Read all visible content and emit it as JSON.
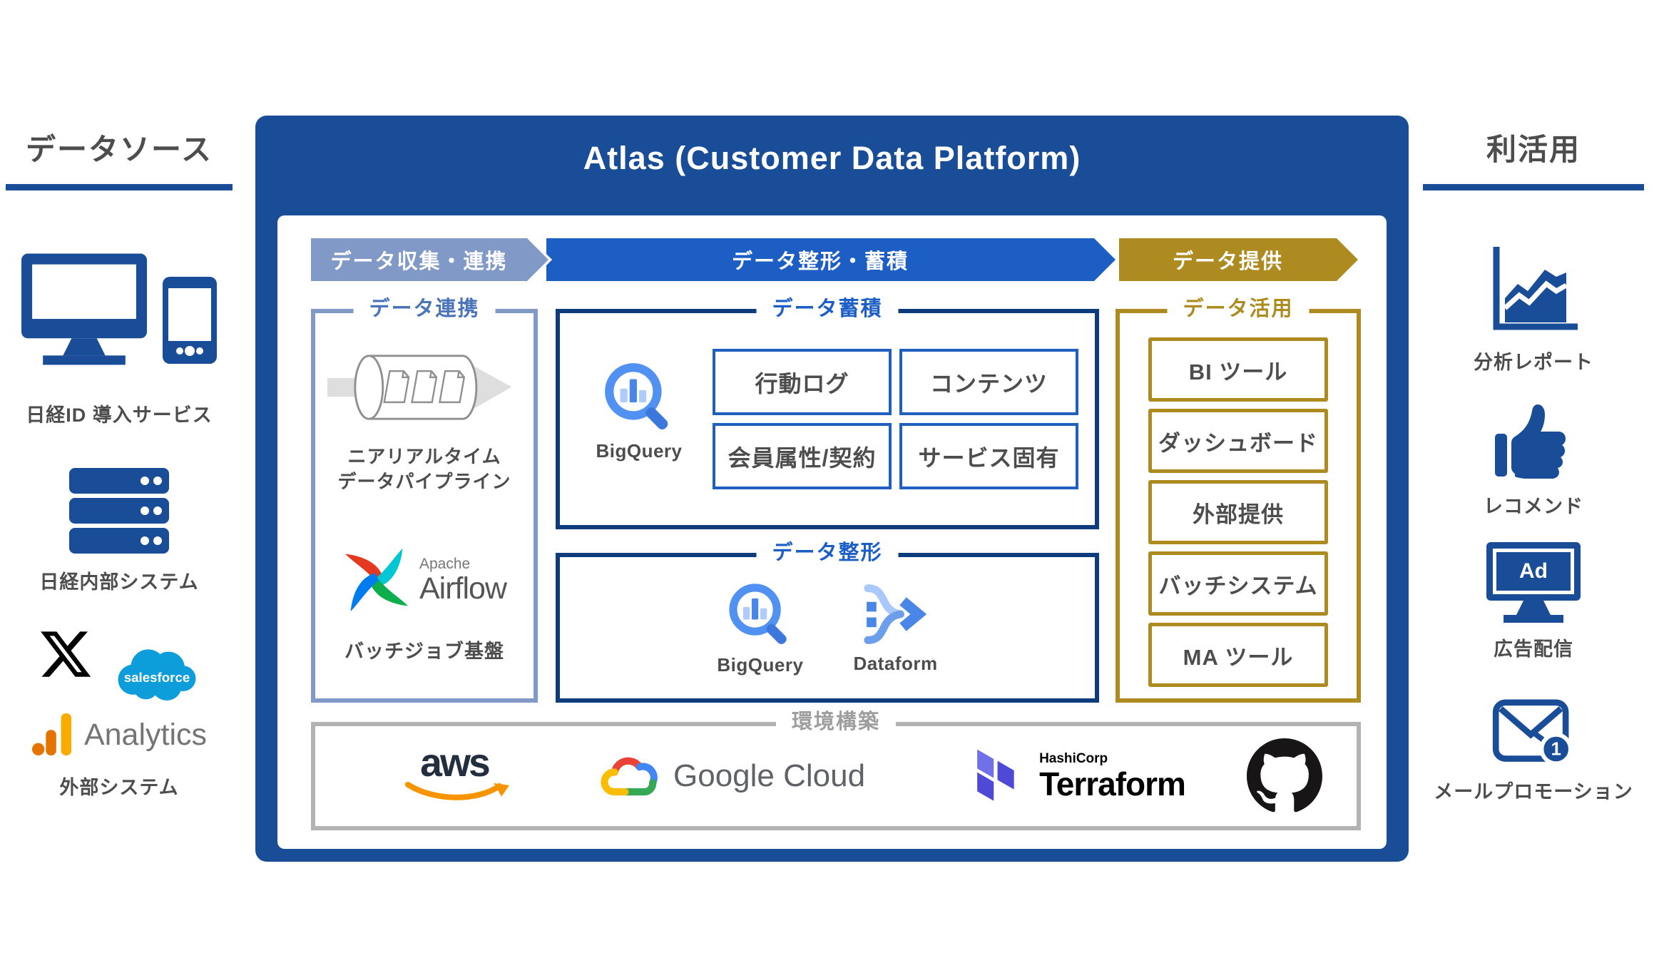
{
  "colors": {
    "primary": "#1a4d98",
    "stage_collect": "#8099c7",
    "stage_transform": "#1d5ec4",
    "stage_provide": "#ad8b20",
    "storage_border": "#0d3c7c",
    "cell_border": "#1e5fc0",
    "gold": "#ad8b20",
    "gray_border": "#b3b3b3",
    "text_dark": "#4d4d4d",
    "salesforce_blue": "#0d9dda",
    "analytics_orange": "#f9ab00",
    "aws_orange": "#f79400"
  },
  "left_panel": {
    "title": "データソース",
    "service_label": "日経ID 導入サービス",
    "internal_label": "日経内部システム",
    "external_label": "外部システム",
    "salesforce": "salesforce",
    "analytics": "Analytics"
  },
  "platform": {
    "title": "Atlas (Customer Data Platform)",
    "stages": [
      {
        "label": "データ収集・連携"
      },
      {
        "label": "データ整形・蓄積"
      },
      {
        "label": "データ提供"
      }
    ],
    "linkage": {
      "title": "データ連携",
      "pipeline_line1": "ニアリアルタイム",
      "pipeline_line2": "データパイプライン",
      "airflow_brand": "Apache",
      "airflow_name": "Airflow",
      "batch_label": "バッチジョブ基盤"
    },
    "storage": {
      "title": "データ蓄積",
      "bigquery": "BigQuery",
      "boxes": [
        {
          "label": "行動ログ"
        },
        {
          "label": "コンテンツ"
        },
        {
          "label": "会員属性/契約"
        },
        {
          "label": "サービス固有"
        }
      ]
    },
    "shaping": {
      "title": "データ整形",
      "bigquery": "BigQuery",
      "dataform": "Dataform"
    },
    "usage": {
      "title": "データ活用",
      "boxes": [
        {
          "label": "BI ツール"
        },
        {
          "label": "ダッシュボード"
        },
        {
          "label": "外部提供"
        },
        {
          "label": "バッチシステム"
        },
        {
          "label": "MA ツール"
        }
      ]
    },
    "infra": {
      "title": "環境構築",
      "aws": "aws",
      "google_cloud": "Google Cloud",
      "hashicorp": "HashiCorp",
      "terraform": "Terraform"
    }
  },
  "right_panel": {
    "title": "利活用",
    "items": [
      {
        "label": "分析レポート"
      },
      {
        "label": "レコメンド"
      },
      {
        "label": "広告配信"
      },
      {
        "label": "メールプロモーション"
      }
    ],
    "ad_text": "Ad",
    "mail_badge": "1"
  }
}
